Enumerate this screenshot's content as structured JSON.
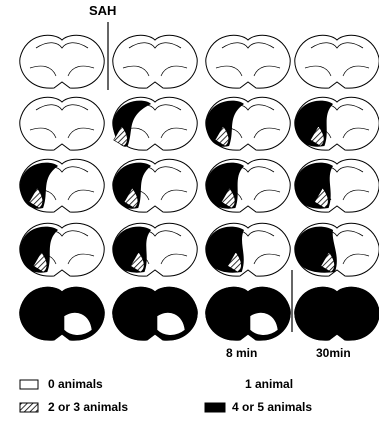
{
  "labels": {
    "sah": "SAH",
    "time_8": "8 min",
    "time_30": "30min"
  },
  "legend": [
    {
      "label": "0 animals",
      "swatch": "empty"
    },
    {
      "label": "1 animal",
      "swatch": "none"
    },
    {
      "label": "2 or 3 animals",
      "swatch": "hatched"
    },
    {
      "label": "4 or 5 animals",
      "swatch": "solid"
    }
  ],
  "colors": {
    "ink": "#000000",
    "paper": "#ffffff"
  },
  "rows": [
    {
      "stage": "row1",
      "fill": "none"
    },
    {
      "stage": "row2",
      "fill": "growing"
    },
    {
      "stage": "row3",
      "fill": "large"
    },
    {
      "stage": "row4",
      "fill": "larger"
    },
    {
      "stage": "row5",
      "fill": "extensive"
    }
  ]
}
